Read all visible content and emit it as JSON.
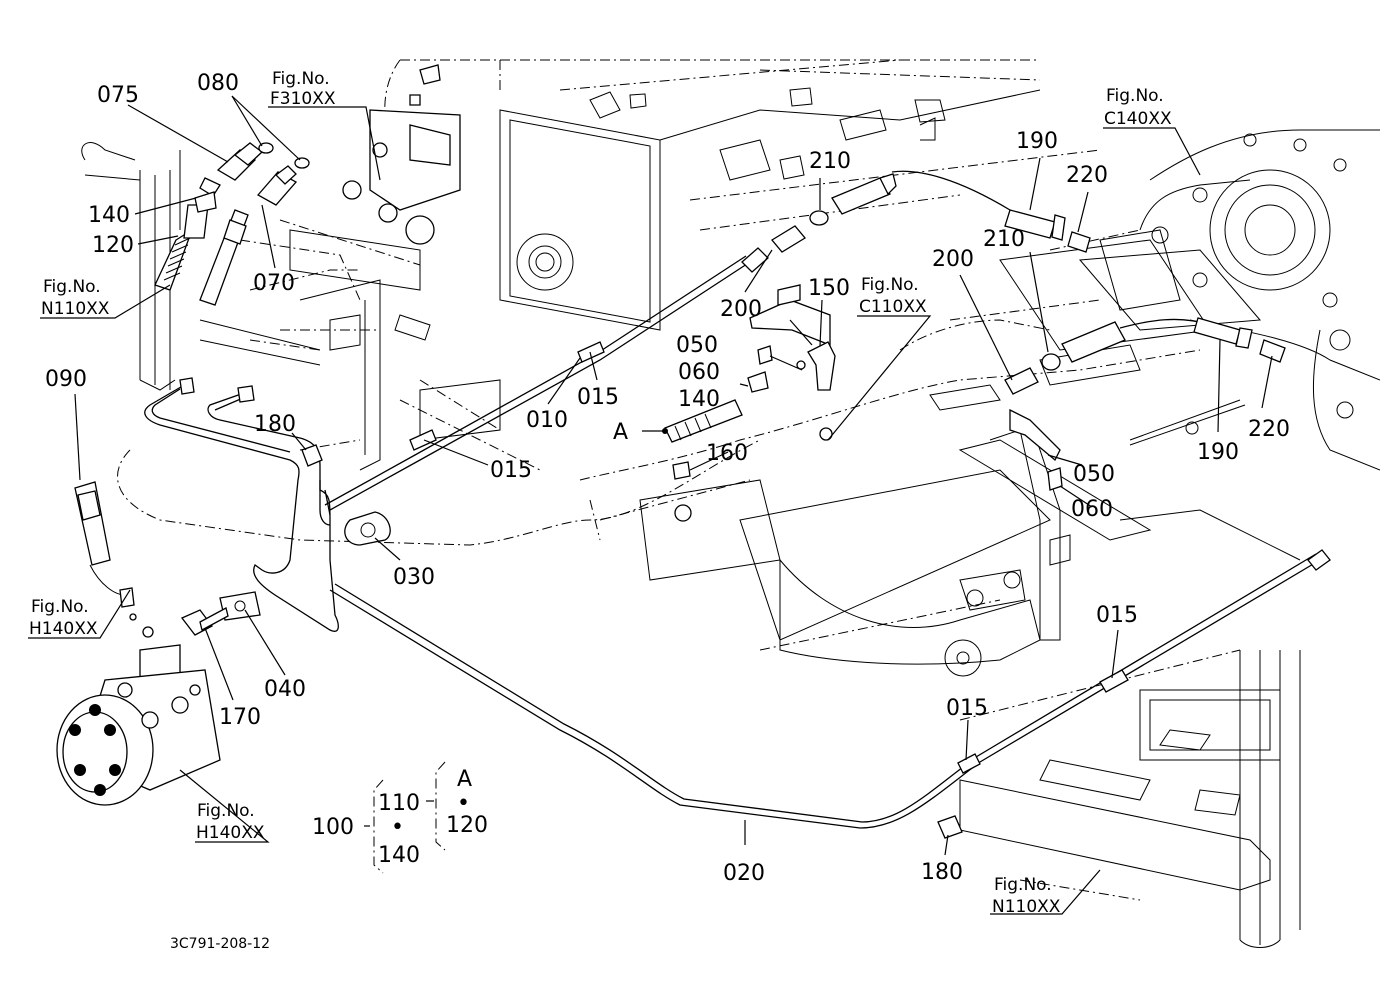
{
  "parts": {
    "p075": "075",
    "p080": "080",
    "p140a": "140",
    "p120a": "120",
    "p070": "070",
    "p090": "090",
    "p180a": "180",
    "p010": "010",
    "p015a": "015",
    "p015b": "015",
    "p015c": "015",
    "p015d": "015",
    "p030": "030",
    "p040": "040",
    "p170": "170",
    "p020": "020",
    "p180b": "180",
    "p200a": "200",
    "p200b": "200",
    "p210a": "210",
    "p210b": "210",
    "p190a": "190",
    "p190b": "190",
    "p220a": "220",
    "p220b": "220",
    "p150": "150",
    "p050a": "050",
    "p050b": "050",
    "p060a": "060",
    "p060b": "060",
    "p140b": "140",
    "p160": "160",
    "marker_a": "A"
  },
  "figrefs": {
    "f310": {
      "label": "Fig.No.",
      "code": "F310XX"
    },
    "c140": {
      "label": "Fig.No.",
      "code": "C140XX"
    },
    "n110a": {
      "label": "Fig.No.",
      "code": "N110XX"
    },
    "c110": {
      "label": "Fig.No.",
      "code": "C110XX"
    },
    "h140a": {
      "label": "Fig.No.",
      "code": "H140XX"
    },
    "h140b": {
      "label": "Fig.No.",
      "code": "H140XX"
    },
    "n110b": {
      "label": "Fig.No.",
      "code": "N110XX"
    }
  },
  "kit": {
    "p100": "100",
    "p110": "110",
    "p140": "140",
    "p120": "120",
    "marker": "A",
    "dot": "•"
  },
  "drawing_code": "3C791-208-12"
}
